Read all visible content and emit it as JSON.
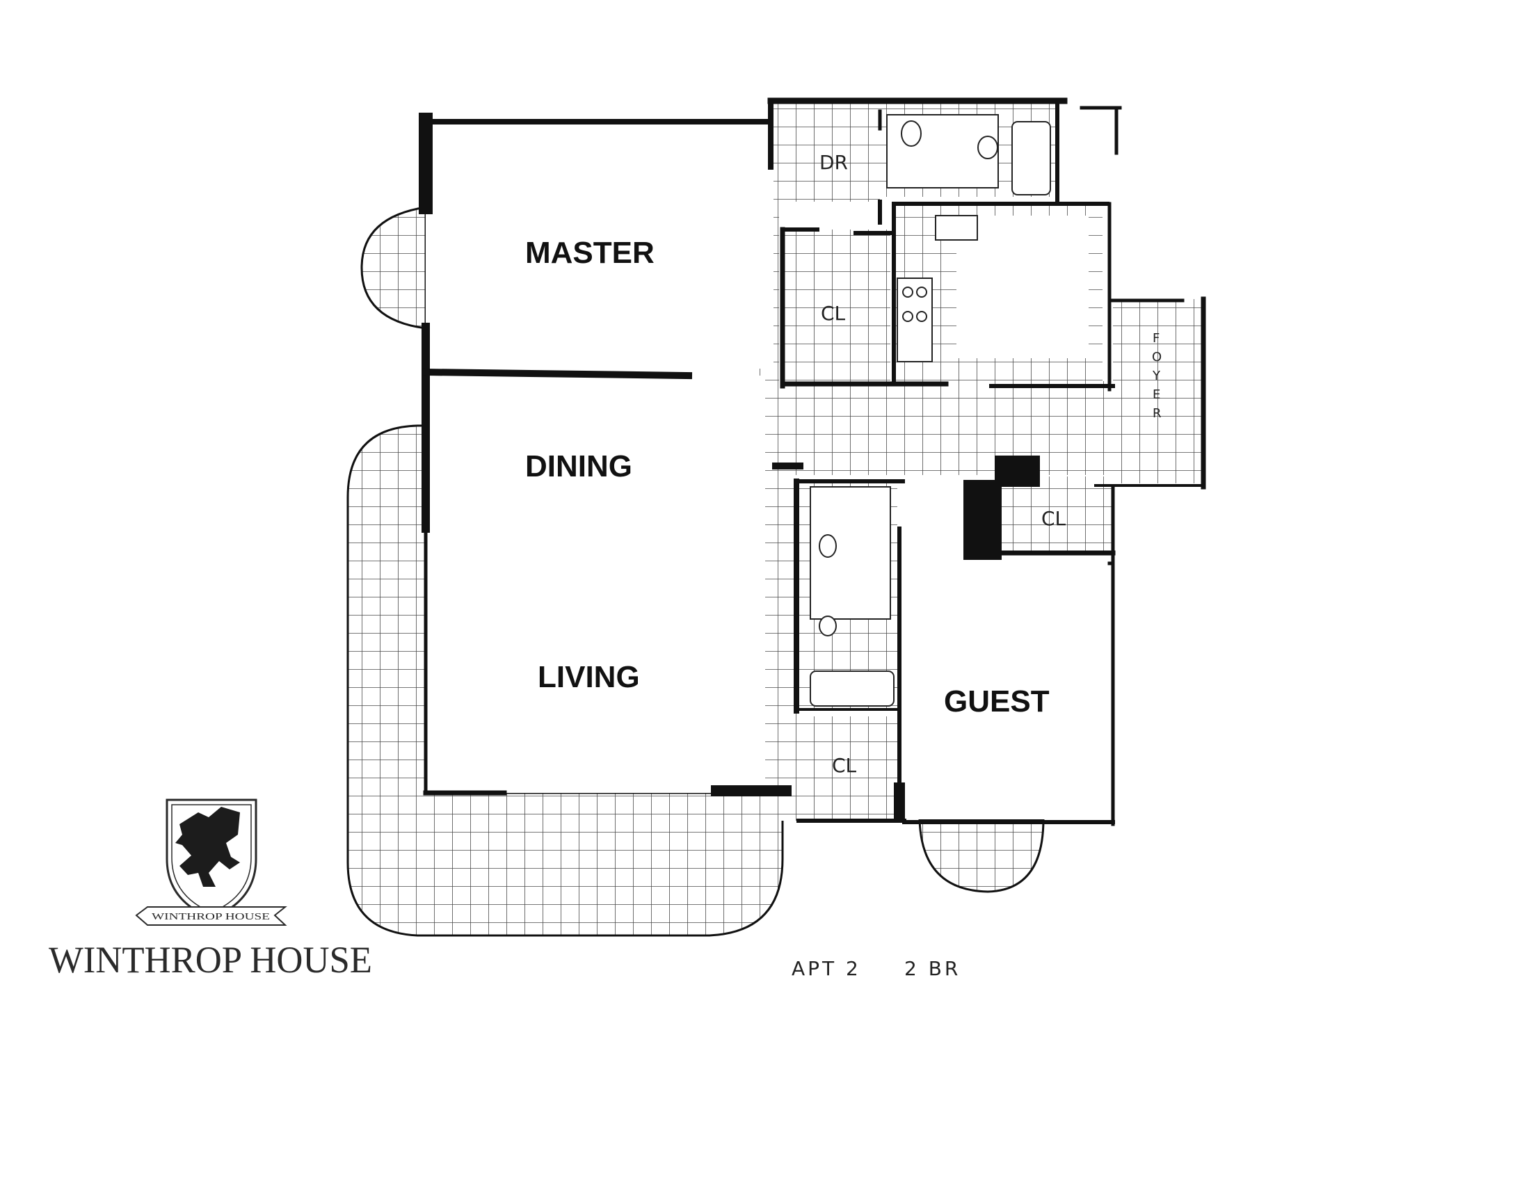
{
  "plan": {
    "rooms": {
      "master": "MASTER",
      "dining": "DINING",
      "living": "LIVING",
      "guest": "GUEST",
      "dressing": "DR",
      "closet_master": "CL",
      "closet_guest": "CL",
      "closet_bath": "CL",
      "foyer_letters": [
        "F",
        "O",
        "Y",
        "E",
        "R"
      ]
    },
    "caption": {
      "unit": "APT 2",
      "bedrooms": "2 BR"
    }
  },
  "brand": {
    "name": "WINTHROP HOUSE",
    "scroll_text": "WINTHROP HOUSE",
    "crest_icon": "lion-rampant-shield-icon"
  },
  "colors": {
    "ink": "#111111",
    "tile_grid": "#555555",
    "paper": "#ffffff"
  }
}
